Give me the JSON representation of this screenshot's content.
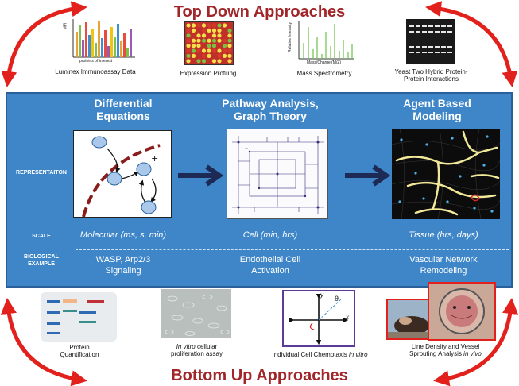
{
  "top_title": "Top Down Approaches",
  "bottom_title": "Bottom Up Approaches",
  "top_methods": [
    {
      "caption": "Luminex Immunoassay Data",
      "ylabel": "MFI",
      "xlabel": "proteins of interest"
    },
    {
      "caption": "Expression Profiling"
    },
    {
      "caption": "Mass Spectrometry",
      "ylabel": "Relative Intensity",
      "xlabel": "Mass/Charge (M/Z)"
    },
    {
      "caption_line1": "Yeast Two Hybrid Protein-",
      "caption_line2": "Protein Interactions"
    }
  ],
  "columns": [
    {
      "heading_line1": "Differential",
      "heading_line2": "Equations",
      "scale": "Molecular (ms, s, min)",
      "bio_line1": "WASP, Arp2/3",
      "bio_line2": "Signaling"
    },
    {
      "heading_line1": "Pathway Analysis,",
      "heading_line2": "Graph Theory",
      "scale": "Cell (min, hrs)",
      "bio_line1": "Endothelial Cell",
      "bio_line2": "Activation"
    },
    {
      "heading_line1": "Agent Based",
      "heading_line2": "Modeling",
      "scale": "Tissue (hrs, days)",
      "bio_line1": "Vascular Network",
      "bio_line2": "Remodeling"
    }
  ],
  "row_labels": {
    "representation": "REPRESENTAITON",
    "scale": "SCALE",
    "bio_line1": "BIOLOGICAL",
    "bio_line2": "EXAMPLE"
  },
  "bottom_methods": [
    {
      "caption_line1": "Protein",
      "caption_line2": "Quantification"
    },
    {
      "caption_italic": "In vitro",
      "caption_rest": " cellular",
      "caption_line2": "proliferation assay"
    },
    {
      "caption_main": "Individual Cell Chemotaxis ",
      "caption_italic": "in vitro",
      "axis_y": "y",
      "axis_x": "x",
      "angle": "θ"
    },
    {
      "caption_line1": "Line Density and Vessel",
      "caption_main2": "Sprouting Analysis ",
      "caption_italic": "in vivo"
    }
  ],
  "colors": {
    "title": "#a0262a",
    "panel": "#3f86c8",
    "cycle_arrow": "#e2201c",
    "flow_arrow": "#1c2a55"
  }
}
